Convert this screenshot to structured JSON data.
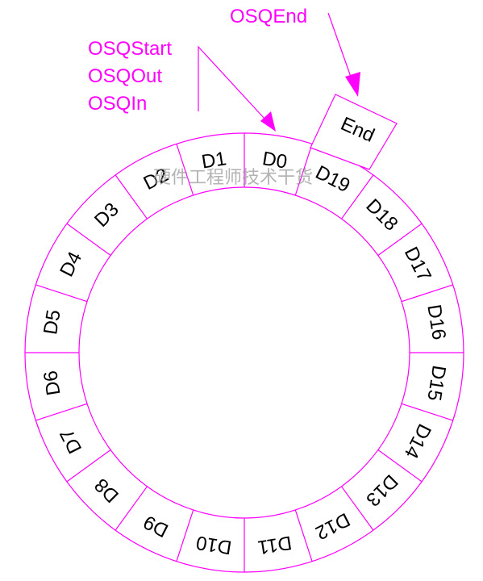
{
  "colors": {
    "accent": "#ff00ff",
    "segment_text": "#000000",
    "background": "#ffffff",
    "watermark": "#9a9a9a"
  },
  "pointers": {
    "start_labels": [
      "OSQStart",
      "OSQOut",
      "OSQIn"
    ],
    "end_label": "OSQEnd"
  },
  "ring": {
    "segments": [
      "D0",
      "D1",
      "D2",
      "D3",
      "D4",
      "D5",
      "D6",
      "D7",
      "D8",
      "D9",
      "D10",
      "D11",
      "D12",
      "D13",
      "D14",
      "D15",
      "D16",
      "D17",
      "D18",
      "D19"
    ],
    "end_box": "End"
  },
  "watermark": "硬件工程师技术干货"
}
